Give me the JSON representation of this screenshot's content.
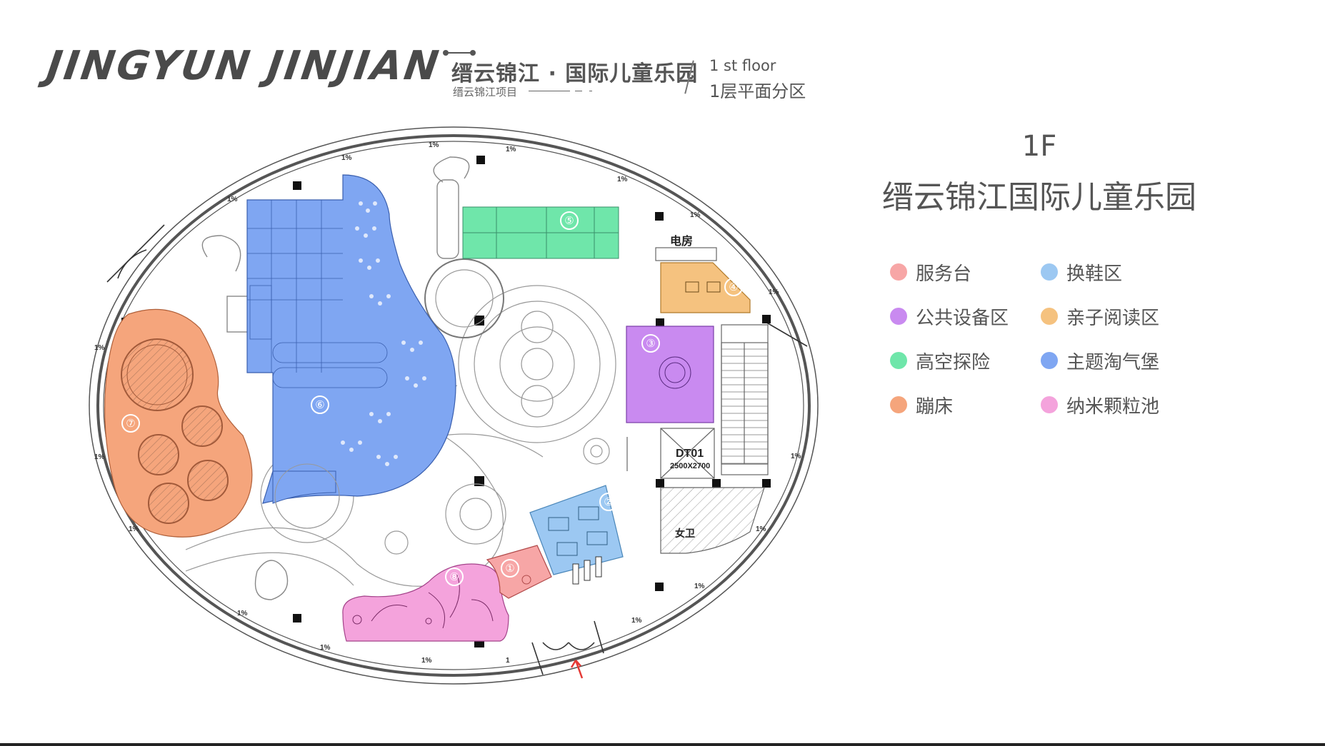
{
  "header": {
    "brand_en": "JINGYUN JINJIAN",
    "brand_cn": "缙云锦江 · 国际儿童乐园",
    "brand_sub": "缙云锦江项目",
    "floor_en": "1 st floor",
    "floor_cn": "1层平面分区"
  },
  "panel": {
    "floor": "1F",
    "park_name": "缙云锦江国际儿童乐园"
  },
  "legend": [
    {
      "label": "服务台",
      "color": "#f7a6a6"
    },
    {
      "label": "换鞋区",
      "color": "#9cc8f2"
    },
    {
      "label": "公共设备区",
      "color": "#c98af0"
    },
    {
      "label": "亲子阅读区",
      "color": "#f5c27f"
    },
    {
      "label": "高空探险",
      "color": "#6fe6aa"
    },
    {
      "label": "主题淘气堡",
      "color": "#7fa6f2"
    },
    {
      "label": "蹦床",
      "color": "#f5a57c"
    },
    {
      "label": "纳米颗粒池",
      "color": "#f4a3dc"
    }
  ],
  "plan": {
    "zones": [
      {
        "number": "①",
        "color": "#f7a6a6"
      },
      {
        "number": "②",
        "color": "#9cc8f2"
      },
      {
        "number": "③",
        "color": "#c98af0"
      },
      {
        "number": "④",
        "color": "#f5c27f"
      },
      {
        "number": "⑤",
        "color": "#6fe6aa"
      },
      {
        "number": "⑥",
        "color": "#7fa6f2"
      },
      {
        "number": "⑦",
        "color": "#f5a57c"
      },
      {
        "number": "⑧",
        "color": "#f4a3dc"
      }
    ],
    "labels": {
      "power_room": "电房",
      "elevator": "DT01",
      "elevator_size": "2500X2700",
      "restroom": "女卫",
      "slope": "1%",
      "slope_plain": "1"
    }
  }
}
